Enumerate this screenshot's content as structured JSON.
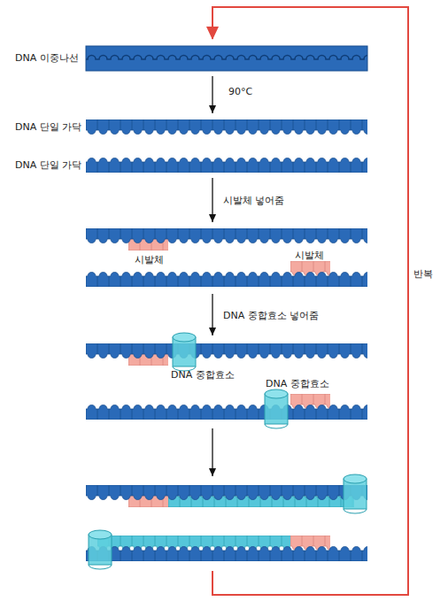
{
  "diagram": {
    "labels": [
      "DNA 이중나선",
      "90°C",
      "DNA 단일 가닥",
      "DNA 단일 가닥",
      "시발체 넣어줌",
      "시발체",
      "시발체",
      "DNA 중합효소 넣어줌",
      "DNA 중합효소",
      "DNA 중합효소",
      "반복"
    ]
  }
}
